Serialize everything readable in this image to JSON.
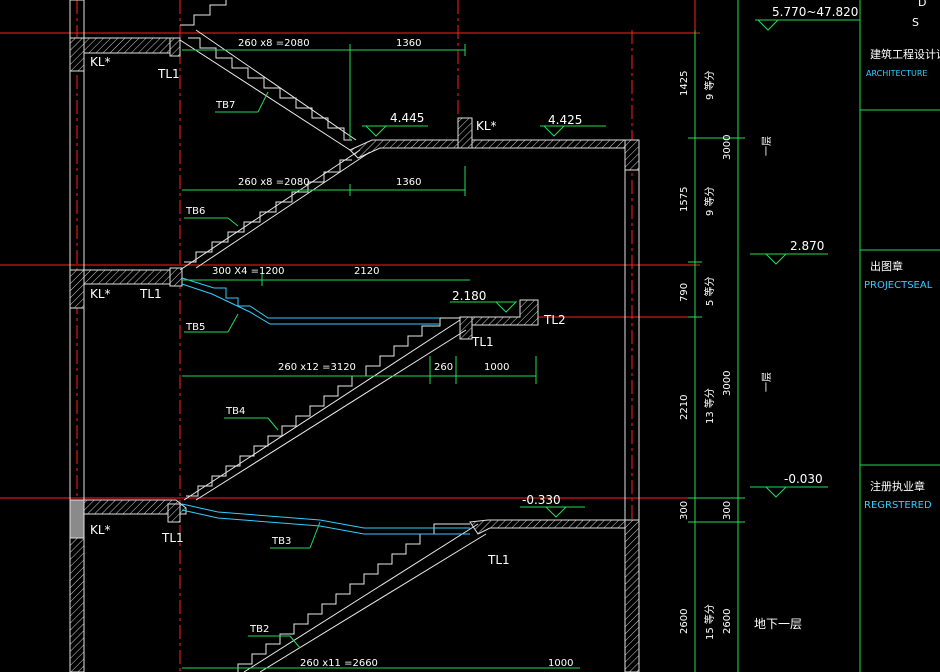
{
  "drawing": {
    "elevations": {
      "top": "5.770~47.820",
      "mid": "2.870",
      "low": "-0.030",
      "land1": "4.445",
      "land2": "4.425",
      "land3": "2.180",
      "land4": "-0.330"
    },
    "tags": {
      "kl": "KL*",
      "tl1": "TL1",
      "tl2": "TL2",
      "tb7": "TB7",
      "tb6": "TB6",
      "tb5": "TB5",
      "tb4": "TB4",
      "tb3": "TB3",
      "tb2": "TB2"
    },
    "dims": {
      "run_top": "260 x8 =2080",
      "land_top": "1360",
      "run_mid": "260 x8 =2080",
      "land_mid": "1360",
      "run_tb5": "300 X4 =1200",
      "land_tb5": "2120",
      "run_tb4": "260 x12 =3120",
      "small_260": "260",
      "land_tb4": "1000",
      "run_tb2": "260 x11 =2660",
      "land_tb2": "1000"
    },
    "vertical_dims": {
      "d1425": "1425",
      "d9eq1": "9 等分",
      "d3000a": "3000",
      "dfloor1": "一层",
      "d1575": "1575",
      "d9eq2": "9 等分",
      "d790": "790",
      "d5eq": "5 等分",
      "d2210": "2210",
      "d13eq": "13 等分",
      "d3000b": "3000",
      "dfloor2": "一层",
      "d300a": "300",
      "d300b": "300",
      "d2600a": "2600",
      "d15eq": "15 等分",
      "d2600b": "2600",
      "dbasement": "地下一层"
    },
    "title_block": {
      "head_d": "D",
      "head_s": "S",
      "cert_cn": "建筑工程设计证",
      "cert_en": "ARCHITECTURE",
      "seal_cn": "出图章",
      "seal_en": "PROJECTSEAL",
      "reg_cn": "注册执业章",
      "reg_en": "REGRSTERED"
    }
  }
}
